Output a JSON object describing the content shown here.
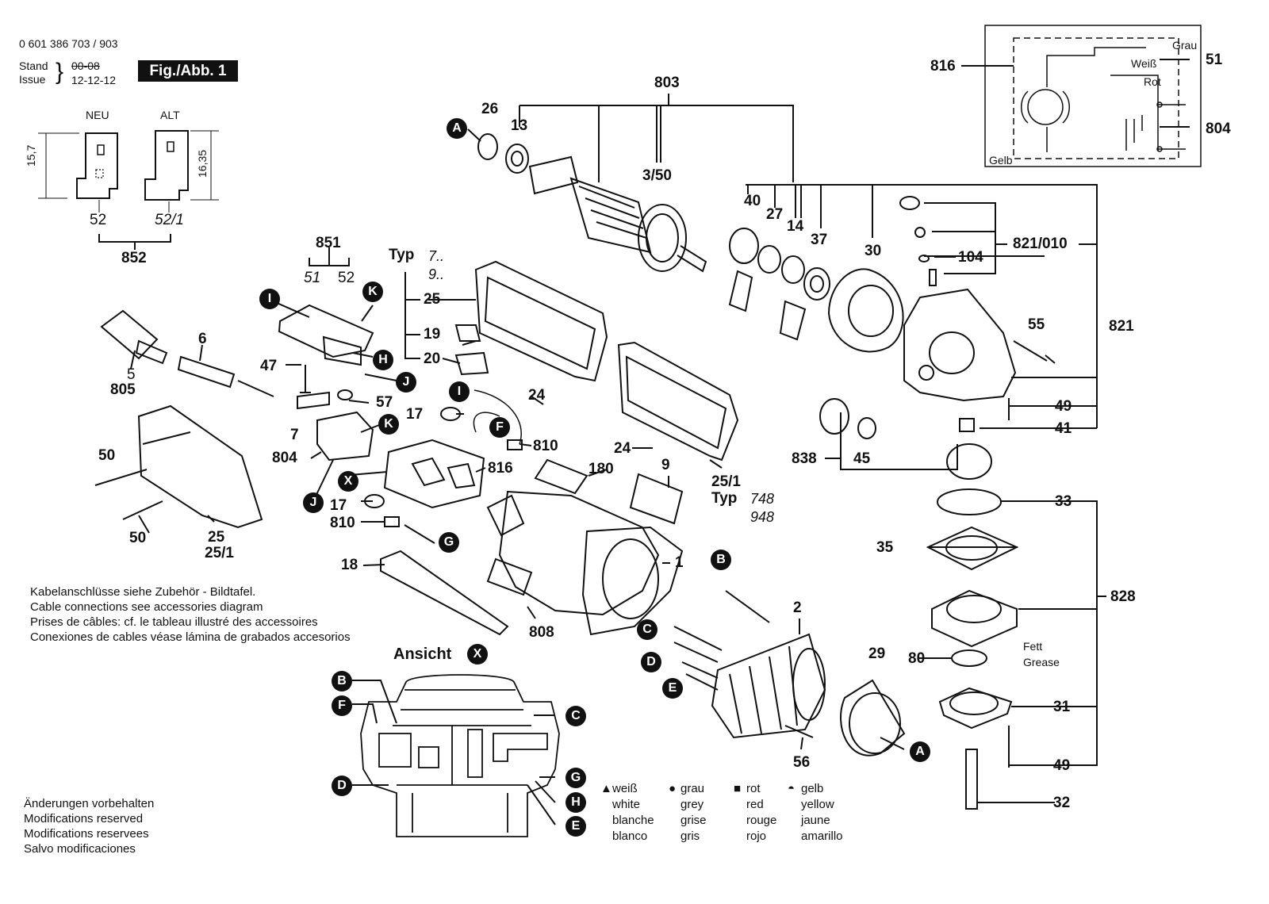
{
  "header": {
    "part_number": "0 601 386 703 / 903",
    "stand_label": "Stand",
    "issue_label": "Issue",
    "date_old": "00-08",
    "date_new": "12-12-12",
    "figure_label": "Fig./Abb. 1"
  },
  "inset": {
    "neu": "NEU",
    "alt": "ALT",
    "dim_left": "15,7",
    "dim_right": "16,35",
    "part_left": "52",
    "part_right": "52/1",
    "part_group": "852"
  },
  "variants": {
    "typ_label": "Typ",
    "typ_a1": "7..",
    "typ_a2": "9..",
    "typ_b_label": "Typ",
    "typ_b1": "748",
    "typ_b2": "948"
  },
  "labels": [
    {
      "id": "803",
      "text": "803"
    },
    {
      "id": "26",
      "text": "26"
    },
    {
      "id": "13",
      "text": "13"
    },
    {
      "id": "350",
      "text": "3/50"
    },
    {
      "id": "816a",
      "text": "816"
    },
    {
      "id": "51",
      "text": "51"
    },
    {
      "id": "804a",
      "text": "804"
    },
    {
      "id": "40",
      "text": "40"
    },
    {
      "id": "27",
      "text": "27"
    },
    {
      "id": "14",
      "text": "14"
    },
    {
      "id": "37",
      "text": "37"
    },
    {
      "id": "30",
      "text": "30"
    },
    {
      "id": "821010",
      "text": "821/010"
    },
    {
      "id": "104",
      "text": "104"
    },
    {
      "id": "821",
      "text": "821"
    },
    {
      "id": "55",
      "text": "55"
    },
    {
      "id": "49a",
      "text": "49"
    },
    {
      "id": "41",
      "text": "41"
    },
    {
      "id": "838",
      "text": "838"
    },
    {
      "id": "45",
      "text": "45"
    },
    {
      "id": "33",
      "text": "33"
    },
    {
      "id": "35",
      "text": "35"
    },
    {
      "id": "828",
      "text": "828"
    },
    {
      "id": "80",
      "text": "80"
    },
    {
      "id": "31",
      "text": "31"
    },
    {
      "id": "49b",
      "text": "49"
    },
    {
      "id": "32",
      "text": "32"
    },
    {
      "id": "29",
      "text": "29"
    },
    {
      "id": "2",
      "text": "2"
    },
    {
      "id": "56",
      "text": "56"
    },
    {
      "id": "1",
      "text": "1"
    },
    {
      "id": "9",
      "text": "9"
    },
    {
      "id": "251b",
      "text": "25/1"
    },
    {
      "id": "24b",
      "text": "24"
    },
    {
      "id": "180",
      "text": "180"
    },
    {
      "id": "808",
      "text": "808"
    },
    {
      "id": "25a",
      "text": "25"
    },
    {
      "id": "19",
      "text": "19"
    },
    {
      "id": "20",
      "text": "20"
    },
    {
      "id": "24a",
      "text": "24"
    },
    {
      "id": "851",
      "text": "851"
    },
    {
      "id": "51b",
      "text": "51"
    },
    {
      "id": "52b",
      "text": "52"
    },
    {
      "id": "6",
      "text": "6"
    },
    {
      "id": "5",
      "text": "5"
    },
    {
      "id": "805",
      "text": "805"
    },
    {
      "id": "47",
      "text": "47"
    },
    {
      "id": "57",
      "text": "57"
    },
    {
      "id": "7",
      "text": "7"
    },
    {
      "id": "804b",
      "text": "804"
    },
    {
      "id": "17a",
      "text": "17"
    },
    {
      "id": "810a",
      "text": "810"
    },
    {
      "id": "816b",
      "text": "816"
    },
    {
      "id": "17b",
      "text": "17"
    },
    {
      "id": "810b",
      "text": "810"
    },
    {
      "id": "18",
      "text": "18"
    },
    {
      "id": "50a",
      "text": "50"
    },
    {
      "id": "50b",
      "text": "50"
    },
    {
      "id": "25c",
      "text": "25"
    },
    {
      "id": "251c",
      "text": "25/1"
    }
  ],
  "wiring": {
    "grau": "Grau",
    "weiss": "Weiß",
    "rot": "Rot",
    "gelb": "Gelb"
  },
  "grease": {
    "fett": "Fett",
    "grease": "Grease"
  },
  "cable_note": [
    "Kabelanschlüsse siehe Zubehör - Bildtafel.",
    "Cable connections see accessories diagram",
    "Prises de câbles: cf. le tableau illustré des accessoires",
    "Conexiones de cables véase lámina de grabados accesorios"
  ],
  "ansicht": {
    "label": "Ansicht",
    "letter": "X"
  },
  "color_legend": [
    {
      "symbol": "▲",
      "names": [
        "weiß",
        "white",
        "blanche",
        "blanco"
      ]
    },
    {
      "symbol": "●",
      "names": [
        "grau",
        "grey",
        "grise",
        "gris"
      ]
    },
    {
      "symbol": "■",
      "names": [
        "rot",
        "red",
        "rouge",
        "rojo"
      ]
    },
    {
      "symbol": "◓",
      "names": [
        "gelb",
        "yellow",
        "jaune",
        "amarillo"
      ]
    }
  ],
  "modifications": [
    "Änderungen vorbehalten",
    "Modifications reserved",
    "Modifications reservees",
    "Salvo modificaciones"
  ],
  "markers": [
    {
      "id": "A1",
      "text": "A"
    },
    {
      "id": "A2",
      "text": "A"
    },
    {
      "id": "B1",
      "text": "B"
    },
    {
      "id": "B2",
      "text": "B"
    },
    {
      "id": "C1",
      "text": "C"
    },
    {
      "id": "C2",
      "text": "C"
    },
    {
      "id": "D1",
      "text": "D"
    },
    {
      "id": "D2",
      "text": "D"
    },
    {
      "id": "E1",
      "text": "E"
    },
    {
      "id": "E2",
      "text": "E"
    },
    {
      "id": "F1",
      "text": "F"
    },
    {
      "id": "F2",
      "text": "F"
    },
    {
      "id": "G1",
      "text": "G"
    },
    {
      "id": "G2",
      "text": "G"
    },
    {
      "id": "H1",
      "text": "H"
    },
    {
      "id": "H2",
      "text": "H"
    },
    {
      "id": "I1",
      "text": "I"
    },
    {
      "id": "I2",
      "text": "I"
    },
    {
      "id": "J1",
      "text": "J"
    },
    {
      "id": "J2",
      "text": "J"
    },
    {
      "id": "K1",
      "text": "K"
    },
    {
      "id": "K2",
      "text": "K"
    },
    {
      "id": "X1",
      "text": "X"
    }
  ]
}
